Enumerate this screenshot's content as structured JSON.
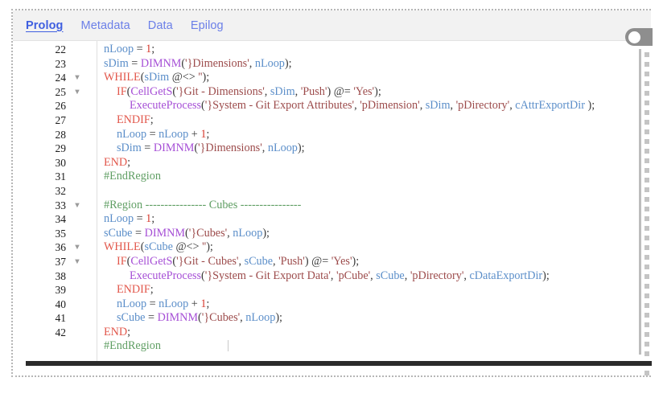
{
  "window": {
    "title": "Prolog"
  },
  "tabs": [
    {
      "label": "Prolog",
      "active": true
    },
    {
      "label": "Metadata",
      "active": false
    },
    {
      "label": "Data",
      "active": false
    },
    {
      "label": "Epilog",
      "active": false
    }
  ],
  "toggle": {
    "name": "panel-collapse-toggle",
    "state": "on"
  },
  "colors": {
    "tab_active": "#3f5fe0",
    "tab_inactive": "#6b7fe8",
    "tabbar_bg": "#f2f2f2",
    "keyword": "#e2574b",
    "function": "#a64fd6",
    "variable": "#5b8ec9",
    "string": "#9c4b4b",
    "number": "#d63b2f",
    "comment": "#5f9e63",
    "frame_border": "#b6b6b6",
    "scrollbar": "#2b2b2b"
  },
  "editor": {
    "first_visible_line": 22,
    "last_visible_line": 43,
    "lines": [
      {
        "num": "22",
        "fold": false,
        "indent": 0,
        "tokens": [
          {
            "t": "nLoop",
            "c": "t-var"
          },
          {
            "t": " = ",
            "c": "t-op"
          },
          {
            "t": "1",
            "c": "t-num"
          },
          {
            "t": ";",
            "c": "t-punct"
          }
        ]
      },
      {
        "num": "23",
        "fold": false,
        "indent": 0,
        "tokens": [
          {
            "t": "sDim",
            "c": "t-var"
          },
          {
            "t": " = ",
            "c": "t-op"
          },
          {
            "t": "DIMNM",
            "c": "t-fn"
          },
          {
            "t": "(",
            "c": "t-punct"
          },
          {
            "t": "'}Dimensions'",
            "c": "t-str"
          },
          {
            "t": ", ",
            "c": "t-punct"
          },
          {
            "t": "nLoop",
            "c": "t-var"
          },
          {
            "t": ");",
            "c": "t-punct"
          }
        ]
      },
      {
        "num": "24",
        "fold": true,
        "indent": 0,
        "tokens": [
          {
            "t": "WHILE",
            "c": "t-kw"
          },
          {
            "t": "(",
            "c": "t-punct"
          },
          {
            "t": "sDim",
            "c": "t-var"
          },
          {
            "t": " @<> ",
            "c": "t-op"
          },
          {
            "t": "''",
            "c": "t-str"
          },
          {
            "t": ");",
            "c": "t-punct"
          }
        ]
      },
      {
        "num": "25",
        "fold": true,
        "indent": 1,
        "tokens": [
          {
            "t": "IF",
            "c": "t-kw"
          },
          {
            "t": "(",
            "c": "t-punct"
          },
          {
            "t": "CellGetS",
            "c": "t-fn"
          },
          {
            "t": "(",
            "c": "t-punct"
          },
          {
            "t": "'}Git - Dimensions'",
            "c": "t-str"
          },
          {
            "t": ", ",
            "c": "t-punct"
          },
          {
            "t": "sDim",
            "c": "t-var"
          },
          {
            "t": ", ",
            "c": "t-punct"
          },
          {
            "t": "'Push'",
            "c": "t-str"
          },
          {
            "t": ") ",
            "c": "t-punct"
          },
          {
            "t": "@= ",
            "c": "t-op"
          },
          {
            "t": "'Yes'",
            "c": "t-str"
          },
          {
            "t": ");",
            "c": "t-punct"
          }
        ]
      },
      {
        "num": "26",
        "fold": false,
        "indent": 2,
        "tokens": [
          {
            "t": "ExecuteProcess",
            "c": "t-fn"
          },
          {
            "t": "(",
            "c": "t-punct"
          },
          {
            "t": "'}System - Git Export Attributes'",
            "c": "t-str"
          },
          {
            "t": ", ",
            "c": "t-punct"
          },
          {
            "t": "'pDimension'",
            "c": "t-str"
          },
          {
            "t": ", ",
            "c": "t-punct"
          },
          {
            "t": "sDim",
            "c": "t-var"
          },
          {
            "t": ",  ",
            "c": "t-punct"
          },
          {
            "t": "'pDirectory'",
            "c": "t-str"
          },
          {
            "t": ", ",
            "c": "t-punct"
          },
          {
            "t": "cAttrExportDir",
            "c": "t-var"
          },
          {
            "t": " );",
            "c": "t-punct"
          }
        ]
      },
      {
        "num": "27",
        "fold": false,
        "indent": 1,
        "tokens": [
          {
            "t": "ENDIF",
            "c": "t-kw"
          },
          {
            "t": ";",
            "c": "t-punct"
          }
        ]
      },
      {
        "num": "28",
        "fold": false,
        "indent": 1,
        "tokens": [
          {
            "t": "nLoop",
            "c": "t-var"
          },
          {
            "t": " = ",
            "c": "t-op"
          },
          {
            "t": "nLoop",
            "c": "t-var"
          },
          {
            "t": " + ",
            "c": "t-op"
          },
          {
            "t": "1",
            "c": "t-num"
          },
          {
            "t": ";",
            "c": "t-punct"
          }
        ]
      },
      {
        "num": "29",
        "fold": false,
        "indent": 1,
        "tokens": [
          {
            "t": "sDim",
            "c": "t-var"
          },
          {
            "t": " = ",
            "c": "t-op"
          },
          {
            "t": "DIMNM",
            "c": "t-fn"
          },
          {
            "t": "(",
            "c": "t-punct"
          },
          {
            "t": "'}Dimensions'",
            "c": "t-str"
          },
          {
            "t": ", ",
            "c": "t-punct"
          },
          {
            "t": "nLoop",
            "c": "t-var"
          },
          {
            "t": ");",
            "c": "t-punct"
          }
        ]
      },
      {
        "num": "30",
        "fold": false,
        "indent": 0,
        "tokens": [
          {
            "t": "END",
            "c": "t-kw"
          },
          {
            "t": ";",
            "c": "t-punct"
          }
        ]
      },
      {
        "num": "31",
        "fold": false,
        "indent": 0,
        "tokens": [
          {
            "t": "#EndRegion",
            "c": "t-cmt"
          }
        ]
      },
      {
        "num": "32",
        "fold": false,
        "indent": 0,
        "tokens": []
      },
      {
        "num": "33",
        "fold": true,
        "indent": 0,
        "tokens": [
          {
            "t": "#Region ---------------- Cubes ----------------",
            "c": "t-cmt"
          }
        ]
      },
      {
        "num": "34",
        "fold": false,
        "indent": 0,
        "tokens": [
          {
            "t": "nLoop",
            "c": "t-var"
          },
          {
            "t": " = ",
            "c": "t-op"
          },
          {
            "t": "1",
            "c": "t-num"
          },
          {
            "t": ";",
            "c": "t-punct"
          }
        ]
      },
      {
        "num": "35",
        "fold": false,
        "indent": 0,
        "tokens": [
          {
            "t": "sCube",
            "c": "t-var"
          },
          {
            "t": " = ",
            "c": "t-op"
          },
          {
            "t": "DIMNM",
            "c": "t-fn"
          },
          {
            "t": "(",
            "c": "t-punct"
          },
          {
            "t": "'}Cubes'",
            "c": "t-str"
          },
          {
            "t": ", ",
            "c": "t-punct"
          },
          {
            "t": "nLoop",
            "c": "t-var"
          },
          {
            "t": ");",
            "c": "t-punct"
          }
        ]
      },
      {
        "num": "36",
        "fold": true,
        "indent": 0,
        "tokens": [
          {
            "t": "WHILE",
            "c": "t-kw"
          },
          {
            "t": "(",
            "c": "t-punct"
          },
          {
            "t": "sCube",
            "c": "t-var"
          },
          {
            "t": " @<> ",
            "c": "t-op"
          },
          {
            "t": "''",
            "c": "t-str"
          },
          {
            "t": ");",
            "c": "t-punct"
          }
        ]
      },
      {
        "num": "37",
        "fold": true,
        "indent": 1,
        "tokens": [
          {
            "t": "IF",
            "c": "t-kw"
          },
          {
            "t": "(",
            "c": "t-punct"
          },
          {
            "t": "CellGetS",
            "c": "t-fn"
          },
          {
            "t": "(",
            "c": "t-punct"
          },
          {
            "t": "'}Git - Cubes'",
            "c": "t-str"
          },
          {
            "t": ", ",
            "c": "t-punct"
          },
          {
            "t": "sCube",
            "c": "t-var"
          },
          {
            "t": ", ",
            "c": "t-punct"
          },
          {
            "t": "'Push'",
            "c": "t-str"
          },
          {
            "t": ") ",
            "c": "t-punct"
          },
          {
            "t": "@= ",
            "c": "t-op"
          },
          {
            "t": "'Yes'",
            "c": "t-str"
          },
          {
            "t": ");",
            "c": "t-punct"
          }
        ]
      },
      {
        "num": "38",
        "fold": false,
        "indent": 2,
        "tokens": [
          {
            "t": "ExecuteProcess",
            "c": "t-fn"
          },
          {
            "t": "(",
            "c": "t-punct"
          },
          {
            "t": "'}System - Git Export Data'",
            "c": "t-str"
          },
          {
            "t": ", ",
            "c": "t-punct"
          },
          {
            "t": "'pCube'",
            "c": "t-str"
          },
          {
            "t": ", ",
            "c": "t-punct"
          },
          {
            "t": "sCube",
            "c": "t-var"
          },
          {
            "t": ",  ",
            "c": "t-punct"
          },
          {
            "t": "'pDirectory'",
            "c": "t-str"
          },
          {
            "t": ", ",
            "c": "t-punct"
          },
          {
            "t": "cDataExportDir",
            "c": "t-var"
          },
          {
            "t": ");",
            "c": "t-punct"
          }
        ]
      },
      {
        "num": "39",
        "fold": false,
        "indent": 1,
        "tokens": [
          {
            "t": "ENDIF",
            "c": "t-kw"
          },
          {
            "t": ";",
            "c": "t-punct"
          }
        ]
      },
      {
        "num": "40",
        "fold": false,
        "indent": 1,
        "tokens": [
          {
            "t": "nLoop",
            "c": "t-var"
          },
          {
            "t": " = ",
            "c": "t-op"
          },
          {
            "t": "nLoop",
            "c": "t-var"
          },
          {
            "t": " + ",
            "c": "t-op"
          },
          {
            "t": "1",
            "c": "t-num"
          },
          {
            "t": ";",
            "c": "t-punct"
          }
        ]
      },
      {
        "num": "41",
        "fold": false,
        "indent": 1,
        "tokens": [
          {
            "t": "sCube",
            "c": "t-var"
          },
          {
            "t": " = ",
            "c": "t-op"
          },
          {
            "t": "DIMNM",
            "c": "t-fn"
          },
          {
            "t": "(",
            "c": "t-punct"
          },
          {
            "t": "'}Cubes'",
            "c": "t-str"
          },
          {
            "t": ", ",
            "c": "t-punct"
          },
          {
            "t": "nLoop",
            "c": "t-var"
          },
          {
            "t": ");",
            "c": "t-punct"
          }
        ]
      },
      {
        "num": "42",
        "fold": false,
        "indent": 0,
        "tokens": [
          {
            "t": "END",
            "c": "t-kw"
          },
          {
            "t": ";",
            "c": "t-punct"
          }
        ]
      },
      {
        "num": "",
        "fold": false,
        "indent": 0,
        "tokens": [
          {
            "t": "#EndRegion",
            "c": "t-cmt"
          }
        ]
      }
    ]
  }
}
